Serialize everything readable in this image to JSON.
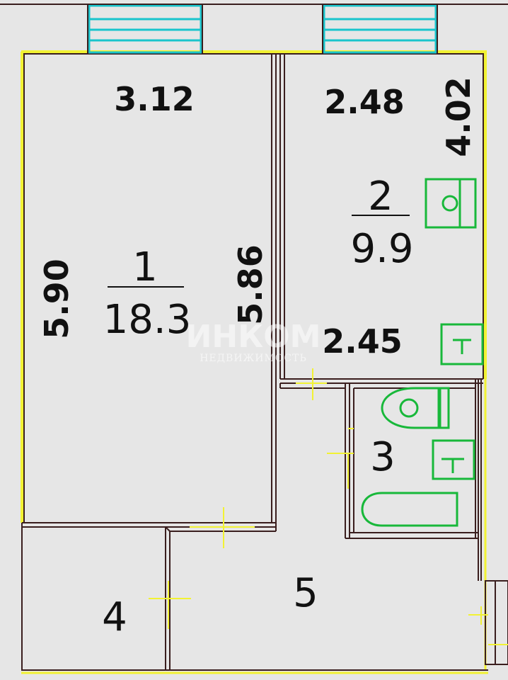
{
  "colors": {
    "background": "#e6e6e6",
    "wall_dark": "#3a1e1e",
    "wall_yellow": "#f2f233",
    "window_cyan": "#19c4cc",
    "fixture_green": "#18b83a"
  },
  "dimensions": {
    "room1_width": "3.12",
    "room1_length_left": "5.90",
    "room1_length_right": "5.86",
    "room2_width_top": "2.48",
    "room2_width_bottom": "2.45",
    "room2_length": "4.02"
  },
  "rooms": {
    "room1": {
      "number": "1",
      "area": "18.3"
    },
    "room2": {
      "number": "2",
      "area": "9.9"
    },
    "room3": {
      "number": "3"
    },
    "room4": {
      "number": "4"
    },
    "room5": {
      "number": "5"
    }
  },
  "watermark": {
    "brand": "ИНКОМ",
    "tagline": "НЕДВИЖИМОСТЬ"
  },
  "icons": [
    "window-icon",
    "radiator-icon",
    "stove-icon",
    "sink-icon",
    "toilet-icon",
    "bathtub-icon",
    "door-tick-icon"
  ]
}
